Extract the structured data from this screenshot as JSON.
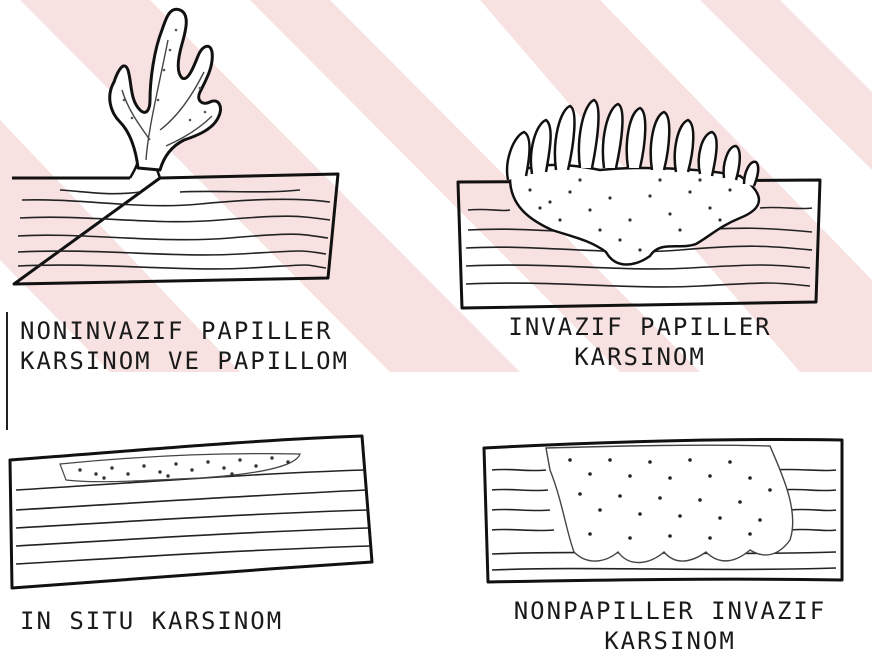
{
  "panels": [
    {
      "caption_lines": [
        "NONINVAZIF PAPILLER",
        "KARSINOM VE PAPILLOM"
      ]
    },
    {
      "caption_lines": [
        "INVAZIF PAPILLER",
        "KARSINOM"
      ]
    },
    {
      "caption_lines": [
        "IN SITU KARSINOM"
      ]
    },
    {
      "caption_lines": [
        "NONPAPILLER INVAZIF",
        "KARSINOM"
      ]
    }
  ],
  "colors": {
    "ink": "#1a1a1a",
    "watermark": "#f6dede",
    "paper": "#ffffff"
  }
}
